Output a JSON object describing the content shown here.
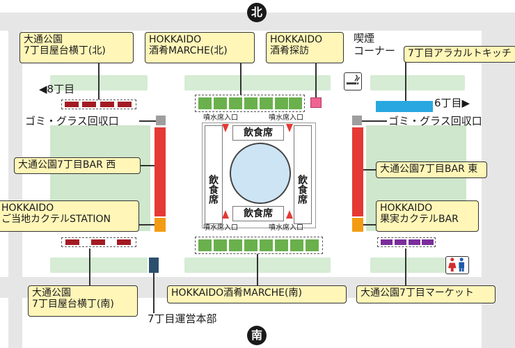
{
  "compass": {
    "north": "北",
    "south": "南"
  },
  "labels": {
    "yatai_north": [
      "大通公園",
      "7丁目屋台横丁(北)"
    ],
    "marche_north": [
      "HOKKAIDO",
      "酒肴MARCHE(北)"
    ],
    "tanbou": [
      "HOKKAIDO",
      "酒肴探訪"
    ],
    "smoking": [
      "喫煙",
      "コーナー"
    ],
    "alacarte": "7丁目アラカルトキッチ",
    "block8": "◀8丁目",
    "block6": "6丁目▶",
    "gomi_left": "ゴミ・グラス回収口",
    "gomi_right": "ゴミ・グラス回収口",
    "bar_west": "大通公園7丁目BAR 西",
    "bar_east": "大通公園7丁目BAR 東",
    "station": [
      "HOKKAIDO",
      "ご当地カクテルSTATION"
    ],
    "fruit_bar": [
      "HOKKAIDO",
      "果実カクテルBAR"
    ],
    "yatai_south": [
      "大通公園",
      "7丁目屋台横丁(南)"
    ],
    "marche_south": "HOKKAIDO酒肴MARCHE(南)",
    "market": "大通公園7丁目マーケット",
    "office": "7丁目運営本部",
    "seating_top": "飲食席",
    "seating_bottom": "飲食席",
    "seating_left": "飲食席",
    "seating_right": "飲食席",
    "fountain_entry_tl": "噴水席入口",
    "fountain_entry_tr": "噴水席入口",
    "fountain_entry_bl": "噴水席入口",
    "fountain_entry_br": "噴水席入口"
  },
  "icons": {
    "smoking": "smoking-icon",
    "restroom": "restroom-icon",
    "north": "north-compass-icon",
    "south": "south-compass-icon"
  },
  "colors": {
    "road": "#e6e6e6",
    "green": "#cfe7cc",
    "label_fill": "#fff6b8",
    "bar_red": "#e53935",
    "stall_dark_red": "#a31b22",
    "stall_green": "#6ab04c",
    "orange": "#f39c12",
    "blue": "#29a8e0",
    "pink": "#f06292",
    "purple": "#7b2d9b",
    "navy": "#2c4f6e",
    "fountain": "#cde4f5"
  }
}
